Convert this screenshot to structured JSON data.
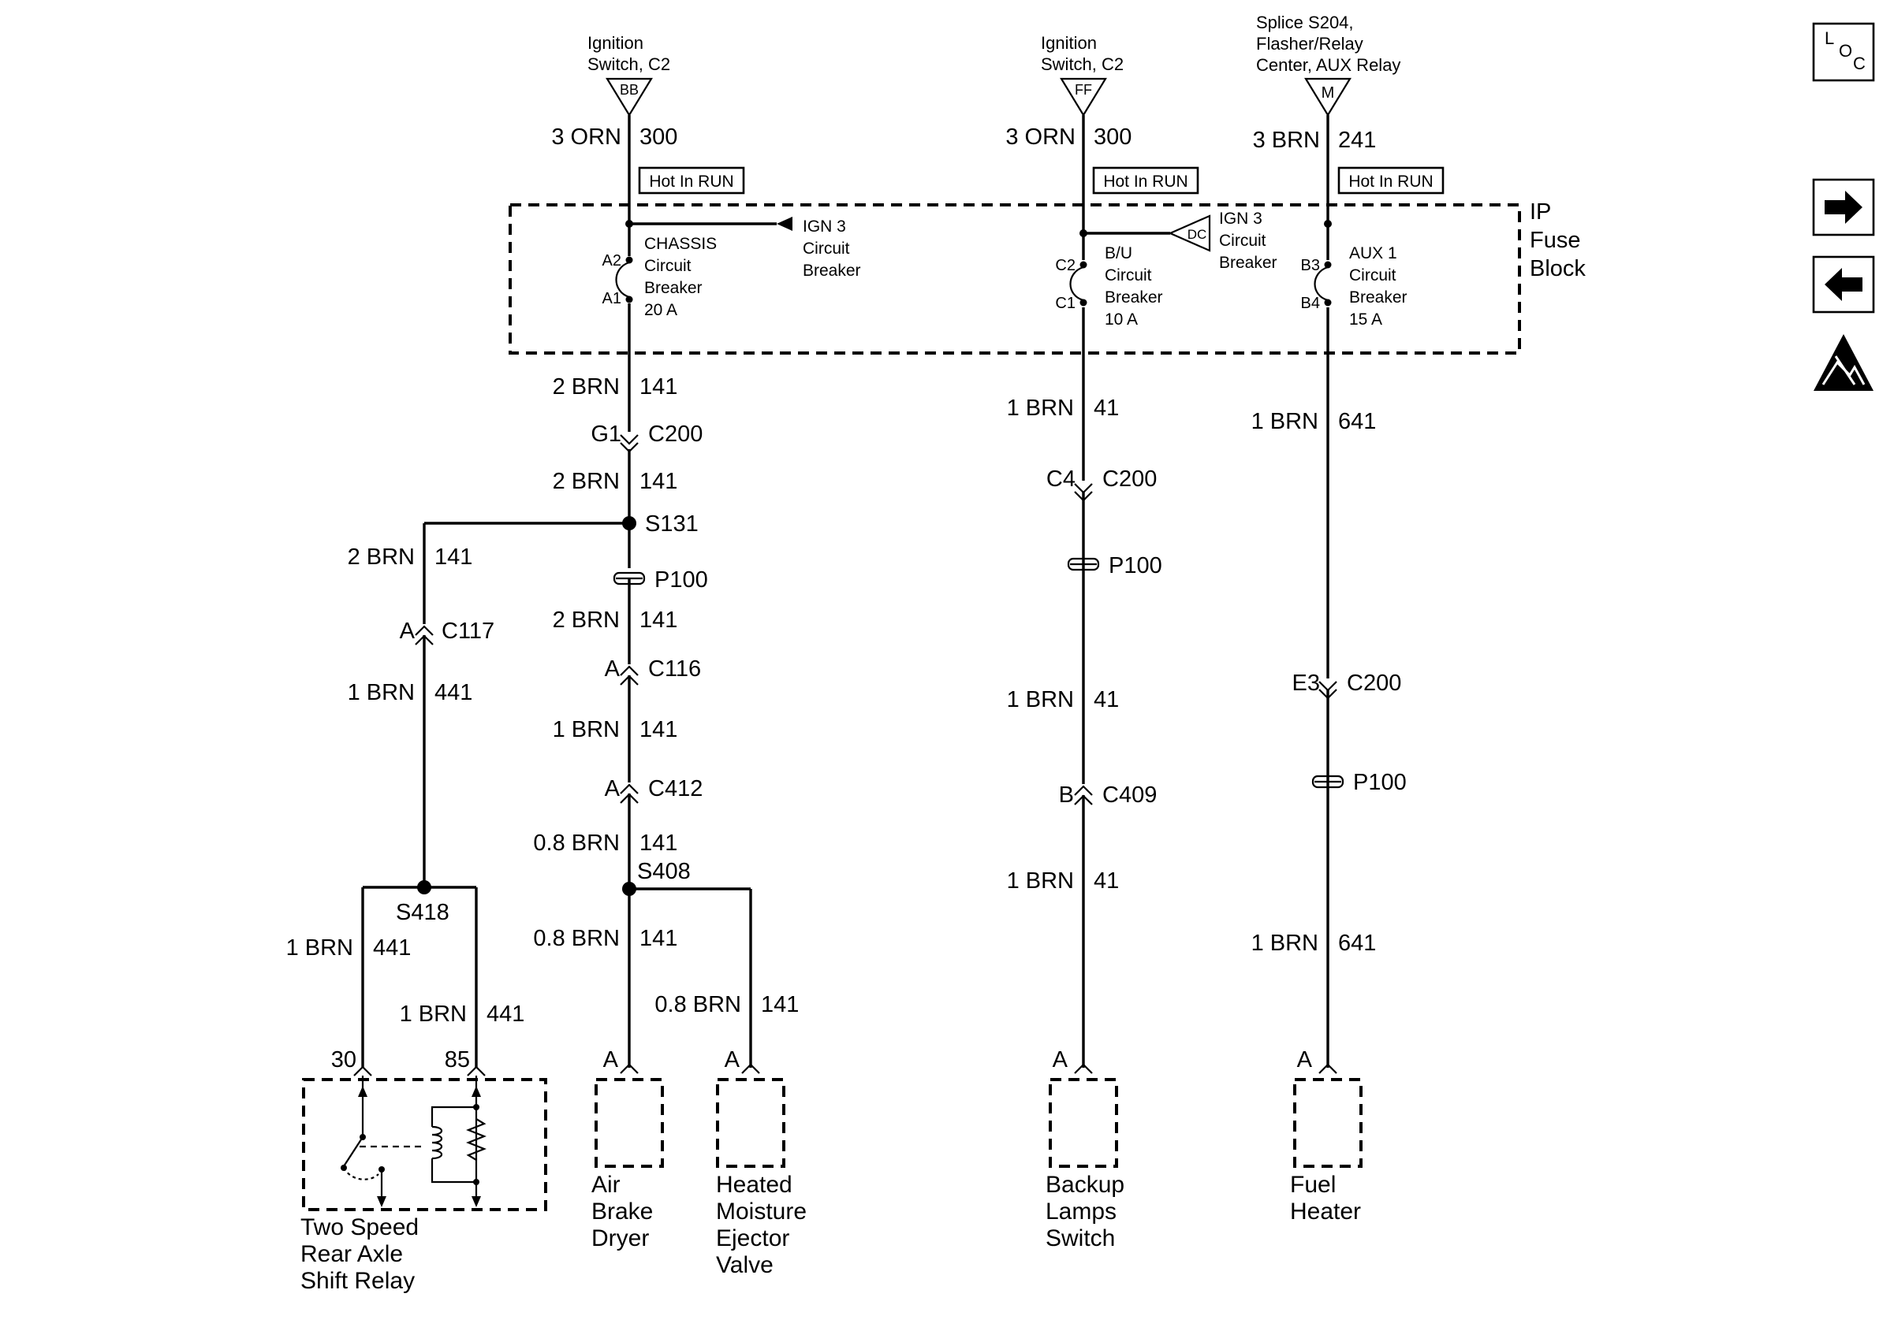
{
  "diagram": {
    "sources": {
      "bb": {
        "line1": "Ignition",
        "line2": "Switch, C2",
        "pin": "BB"
      },
      "ff": {
        "line1": "Ignition",
        "line2": "Switch, C2",
        "pin": "FF"
      },
      "m": {
        "line1": "Splice S204,",
        "line2": "Flasher/Relay",
        "line3": "Center, AUX Relay",
        "pin": "M"
      }
    },
    "top_wires": {
      "a": {
        "gauge": "3 ORN",
        "circuit": "300"
      },
      "b": {
        "gauge": "3 ORN",
        "circuit": "300"
      },
      "c": {
        "gauge": "3 BRN",
        "circuit": "241"
      }
    },
    "hot_label": "Hot In RUN",
    "fuse_block": {
      "line1": "IP",
      "line2": "Fuse",
      "line3": "Block"
    },
    "breakers": {
      "chassis": {
        "pin_top": "A2",
        "pin_bot": "A1",
        "line1": "CHASSIS",
        "line2": "Circuit",
        "line3": "Breaker",
        "line4": "20 A"
      },
      "bu": {
        "pin_top": "C2",
        "pin_bot": "C1",
        "line1": "B/U",
        "line2": "Circuit",
        "line3": "Breaker",
        "line4": "10 A"
      },
      "aux": {
        "pin_top": "B3",
        "pin_bot": "B4",
        "line1": "AUX 1",
        "line2": "Circuit",
        "line3": "Breaker",
        "line4": "15 A"
      }
    },
    "ign3_a": {
      "line1": "IGN 3",
      "line2": "Circuit",
      "line3": "Breaker"
    },
    "ign3_b": {
      "line1": "IGN 3",
      "line2": "Circuit",
      "line3": "Breaker",
      "marker": "DC"
    },
    "wires": {
      "w1": {
        "gauge": "2 BRN",
        "circuit": "141"
      },
      "w2": {
        "gauge": "2 BRN",
        "circuit": "141"
      },
      "w3": {
        "gauge": "2 BRN",
        "circuit": "141"
      },
      "w4": {
        "gauge": "2 BRN",
        "circuit": "141"
      },
      "w5": {
        "gauge": "1 BRN",
        "circuit": "141"
      },
      "w6": {
        "gauge": "0.8 BRN",
        "circuit": "141"
      },
      "w7": {
        "gauge": "0.8 BRN",
        "circuit": "141"
      },
      "w8": {
        "gauge": "0.8 BRN",
        "circuit": "141"
      },
      "w9": {
        "gauge": "1 BRN",
        "circuit": "441"
      },
      "w10": {
        "gauge": "1 BRN",
        "circuit": "441"
      },
      "w11": {
        "gauge": "1 BRN",
        "circuit": "441"
      },
      "w12": {
        "gauge": "1 BRN",
        "circuit": "41"
      },
      "w13": {
        "gauge": "1 BRN",
        "circuit": "41"
      },
      "w14": {
        "gauge": "1 BRN",
        "circuit": "41"
      },
      "w15": {
        "gauge": "1 BRN",
        "circuit": "641"
      },
      "w16": {
        "gauge": "1 BRN",
        "circuit": "641"
      }
    },
    "connectors": {
      "g1": {
        "pin": "G1",
        "name": "C200"
      },
      "c4": {
        "pin": "C4",
        "name": "C200"
      },
      "e3": {
        "pin": "E3",
        "name": "C200"
      },
      "c117": {
        "pin": "A",
        "name": "C117"
      },
      "c116": {
        "pin": "A",
        "name": "C116"
      },
      "c412": {
        "pin": "A",
        "name": "C412"
      },
      "c409": {
        "pin": "B",
        "name": "C409"
      }
    },
    "p100": "P100",
    "splices": {
      "s131": "S131",
      "s408": "S408",
      "s418": "S418"
    },
    "relay": {
      "pin30": "30",
      "pin85": "85",
      "line1": "Two Speed",
      "line2": "Rear Axle",
      "line3": "Shift Relay"
    },
    "components": {
      "air": {
        "pin": "A",
        "line1": "Air",
        "line2": "Brake",
        "line3": "Dryer"
      },
      "heated": {
        "pin": "A",
        "line1": "Heated",
        "line2": "Moisture",
        "line3": "Ejector",
        "line4": "Valve"
      },
      "backup": {
        "pin": "A",
        "line1": "Backup",
        "line2": "Lamps",
        "line3": "Switch"
      },
      "fuel": {
        "pin": "A",
        "line1": "Fuel",
        "line2": "Heater"
      }
    }
  },
  "sidebar": {
    "loc": {
      "l": "L",
      "o": "O",
      "c": "C"
    },
    "icons": [
      "forward-arrow-icon",
      "back-arrow-icon",
      "esd-warning-icon"
    ]
  }
}
